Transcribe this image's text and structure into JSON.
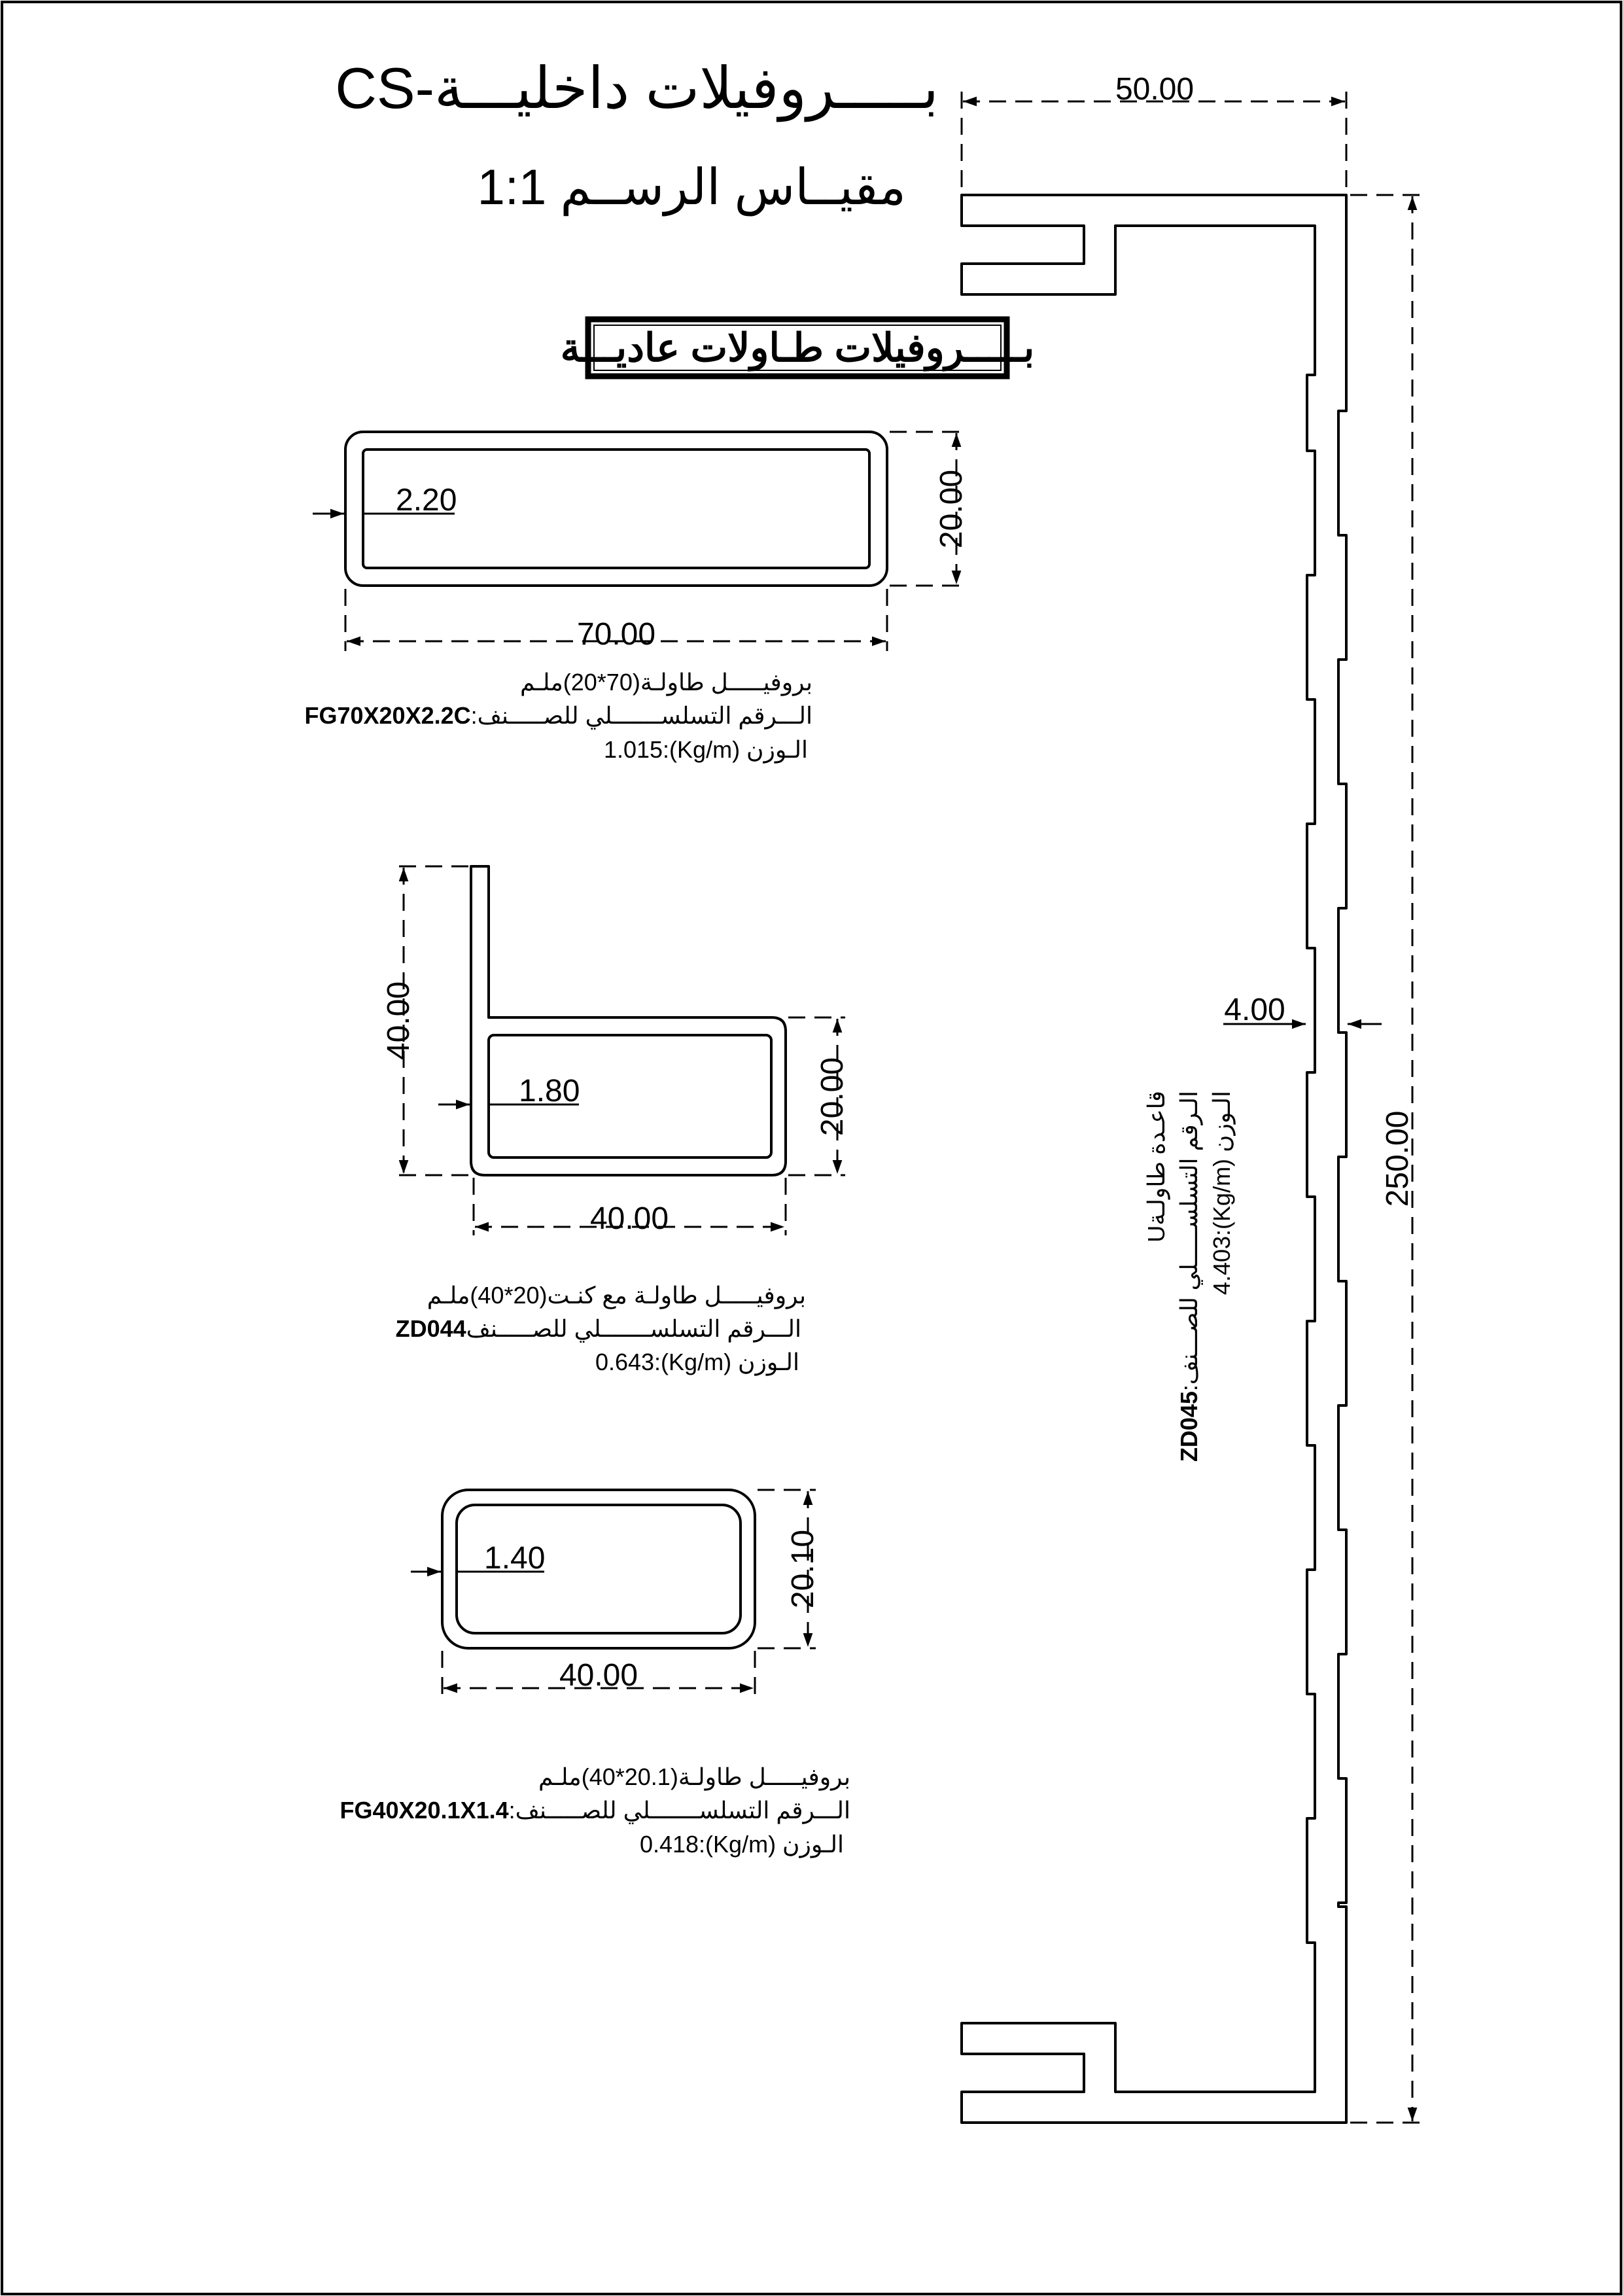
{
  "title": "بـــــروفيلات داخليـــة-CS",
  "scale": "مقيــاس الرســم 1:1",
  "section_heading": "بـــــروفيلات طـاولات عاديـــة",
  "profiles": [
    {
      "dims": {
        "width": "70.00",
        "height": "20.00",
        "thickness": "2.20"
      },
      "desc": "بروفيـــــل طاولـة(70*20)ملـم",
      "code_label": "الـــرقم التسلســـــــلي للصـــــنف:",
      "code": "FG70X20X2.2C",
      "weight": "الـوزن (Kg/m):1.015"
    },
    {
      "dims": {
        "total_height": "40.00",
        "height": "20.00",
        "thickness": "1.80",
        "width": "40.00"
      },
      "desc": "بروفيـــــل طاولـة مع كنـت(20*40)ملـم",
      "code_label": "الـــرقم التسلســـــــلي للصـــــنف",
      "code": "ZD044",
      "weight": "الـوزن (Kg/m):0.643"
    },
    {
      "dims": {
        "height": "20.10",
        "thickness": "1.40",
        "width": "40.00"
      },
      "desc": "بروفيـــــل طاولـة(20.1*40)ملـم",
      "code_label": "الـــرقم التسلســـــــلي للصـــــنف:",
      "code": "FG40X20.1X1.4",
      "weight": "الـوزن (Kg/m):0.418"
    }
  ],
  "u_profile": {
    "dims": {
      "width": "50.00",
      "height": "250.00",
      "thickness": "4.00"
    },
    "desc": "قاعـدة طاولـةU",
    "code_label": "الـرقم التسلســـــلي للصـــنف:",
    "code": "ZD045",
    "weight": "الـوزن (Kg/m):4.403"
  }
}
